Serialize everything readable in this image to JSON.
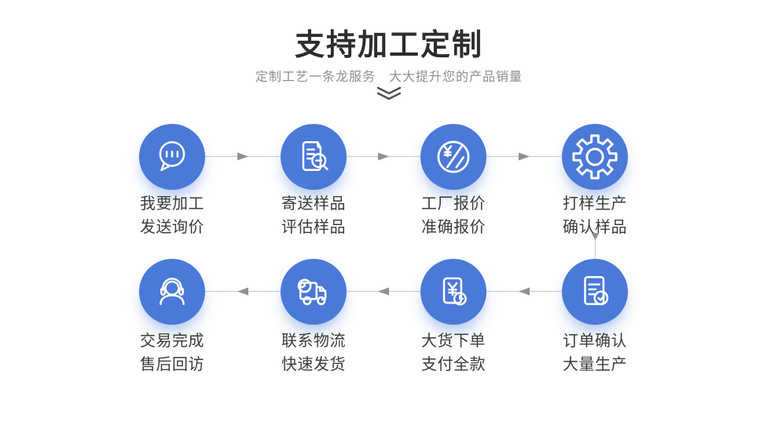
{
  "header": {
    "title": "支持加工定制",
    "subtitle": "定制工艺一条龙服务　大大提升您的产品销量",
    "chevron_icon": "double-chevron-down"
  },
  "flow": {
    "direction_row1": "left-to-right",
    "direction_row2": "right-to-left",
    "steps": [
      {
        "id": "inquiry",
        "icon": "chat-bubble-icon",
        "line1": "我要加工",
        "line2": "发送询价"
      },
      {
        "id": "send-sample",
        "icon": "document-magnifier-icon",
        "line1": "寄送样品",
        "line2": "评估样品"
      },
      {
        "id": "factory-quote",
        "icon": "price-slash-icon",
        "line1": "工厂报价",
        "line2": "准确报价"
      },
      {
        "id": "sampling",
        "icon": "gear-icon",
        "line1": "打样生产",
        "line2": "确认样品"
      },
      {
        "id": "order-confirm",
        "icon": "order-check-icon",
        "line1": "订单确认",
        "line2": "大量生产"
      },
      {
        "id": "bulk-order",
        "icon": "payment-clock-icon",
        "line1": "大货下单",
        "line2": "支付全款"
      },
      {
        "id": "logistics",
        "icon": "truck-clock-icon",
        "line1": "联系物流",
        "line2": "快速发货"
      },
      {
        "id": "deal-complete",
        "icon": "headset-service-icon",
        "line1": "交易完成",
        "line2": "售后回访"
      }
    ]
  },
  "colors": {
    "circle_blue": "#4a79d8",
    "icon_stroke": "#ffffff",
    "title_text": "#2d2d2d",
    "subtitle_text": "#8e8e8e",
    "step_text": "#3b3b3b",
    "connector_line": "#cccccc",
    "connector_arrow": "#909090"
  }
}
